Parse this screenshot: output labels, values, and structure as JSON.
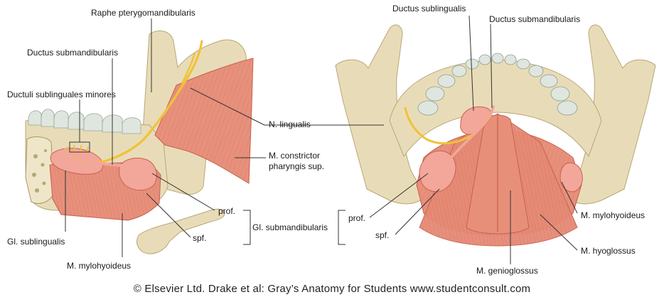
{
  "left_view": {
    "labels": {
      "raphe": "Raphe pterygomandibularis",
      "ductus_submandibularis": "Ductus submandibularis",
      "ductuli_sublinguales": "Ductuli sublinguales minores",
      "n_lingualis": "N. lingualis",
      "m_constrictor_1": "M. constrictor",
      "m_constrictor_2": "pharyngis sup.",
      "prof": "prof.",
      "spf": "spf.",
      "gl_sublingualis": "Gl. sublingualis",
      "m_mylohyoideus": "M. mylohyoideus"
    }
  },
  "center_labels": {
    "gl_submandibularis": "Gl. submandibularis"
  },
  "right_view": {
    "labels": {
      "ductus_sublingualis": "Ductus sublingualis",
      "ductus_submandibularis": "Ductus submandibularis",
      "prof": "prof.",
      "spf": "spf.",
      "m_mylohyoideus": "M. mylohyoideus",
      "m_hyoglossus": "M. hyoglossus",
      "m_genioglossus": "M. genioglossus"
    }
  },
  "credit": "© Elsevier Ltd. Drake et al: Gray’s Anatomy for Students www.studentconsult.com",
  "colors": {
    "bone": "#e8dcb8",
    "bone_shadow": "#c9b98e",
    "muscle": "#e7907c",
    "muscle_dark": "#c8614d",
    "gland": "#f2a79a",
    "nerve": "#f0c23a",
    "teeth": "#dfe6df",
    "leader": "#333333"
  }
}
